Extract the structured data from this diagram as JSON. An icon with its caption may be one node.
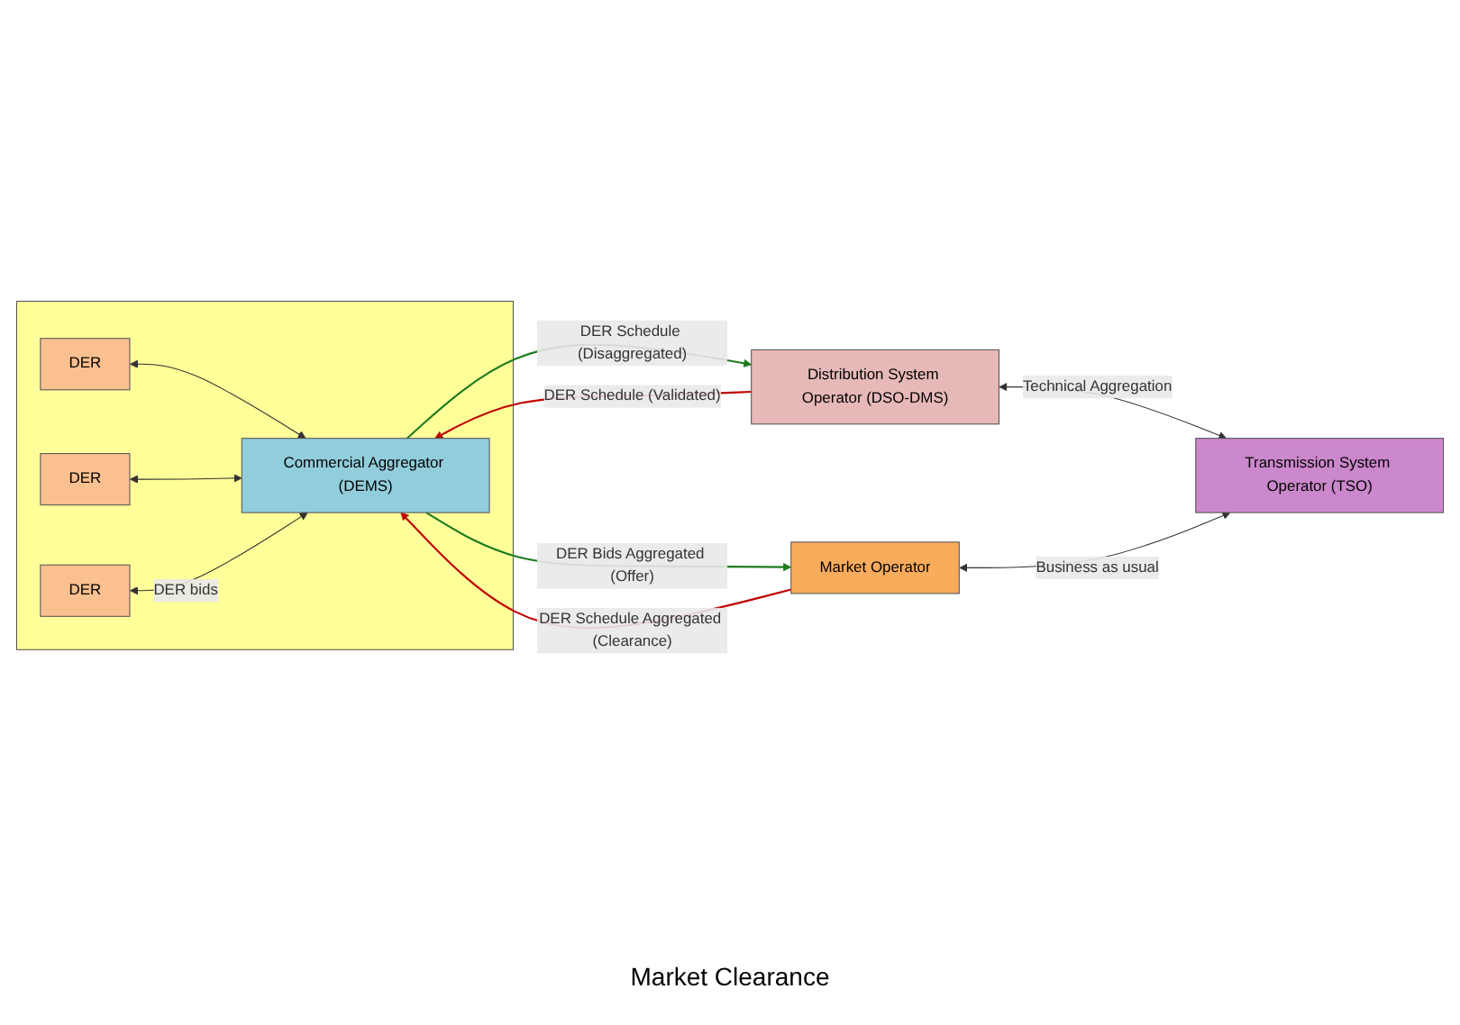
{
  "diagram": {
    "nodes": [
      {
        "text": [],
        "shape": "box"
      },
      {
        "text": [
          "DER"
        ],
        "in": 0
      },
      {
        "text": [
          "DER"
        ],
        "in": 0
      },
      {
        "text": [
          "DER"
        ],
        "in": 0
      },
      {
        "text": [
          "Commercial Aggregator (DEMS)"
        ],
        "in": 0
      },
      {
        "text": [
          "Distribution System Operator (DSO-DMS)"
        ]
      },
      {
        "text": [
          "Market Operator"
        ]
      },
      {
        "text": [
          "Transmission System Operator (TSO)"
        ]
      }
    ],
    "edges": [
      {
        "from": 1,
        "to": 4,
        "arrow": "both"
      },
      {
        "from": 2,
        "to": 4,
        "arrow": "both"
      },
      {
        "from": 3,
        "to": 4,
        "arrow": "both",
        "label": "DER bids"
      },
      {
        "from": 4,
        "to": 5,
        "arrow": "to",
        "label": "DER Schedule (Disaggregated)",
        "color": "#1e7b1e"
      },
      {
        "from": 5,
        "to": 4,
        "arrow": "to",
        "label": "DER Schedule (Validated)",
        "color": "#c00000"
      },
      {
        "from": 4,
        "to": 6,
        "arrow": "to",
        "label": "DER Bids Aggregated (Offer)",
        "color": "#1e7b1e"
      },
      {
        "from": 6,
        "to": 4,
        "arrow": "to",
        "label": "DER Schedule Aggregated (Clearance)",
        "color": "#c00000"
      },
      {
        "from": 5,
        "to": 7,
        "arrow": "both",
        "label": "Technical Aggregation"
      },
      {
        "from": 6,
        "to": 7,
        "arrow": "both",
        "label": "Business as usual"
      }
    ],
    "labels": [
      "Market Clearance"
    ]
  }
}
